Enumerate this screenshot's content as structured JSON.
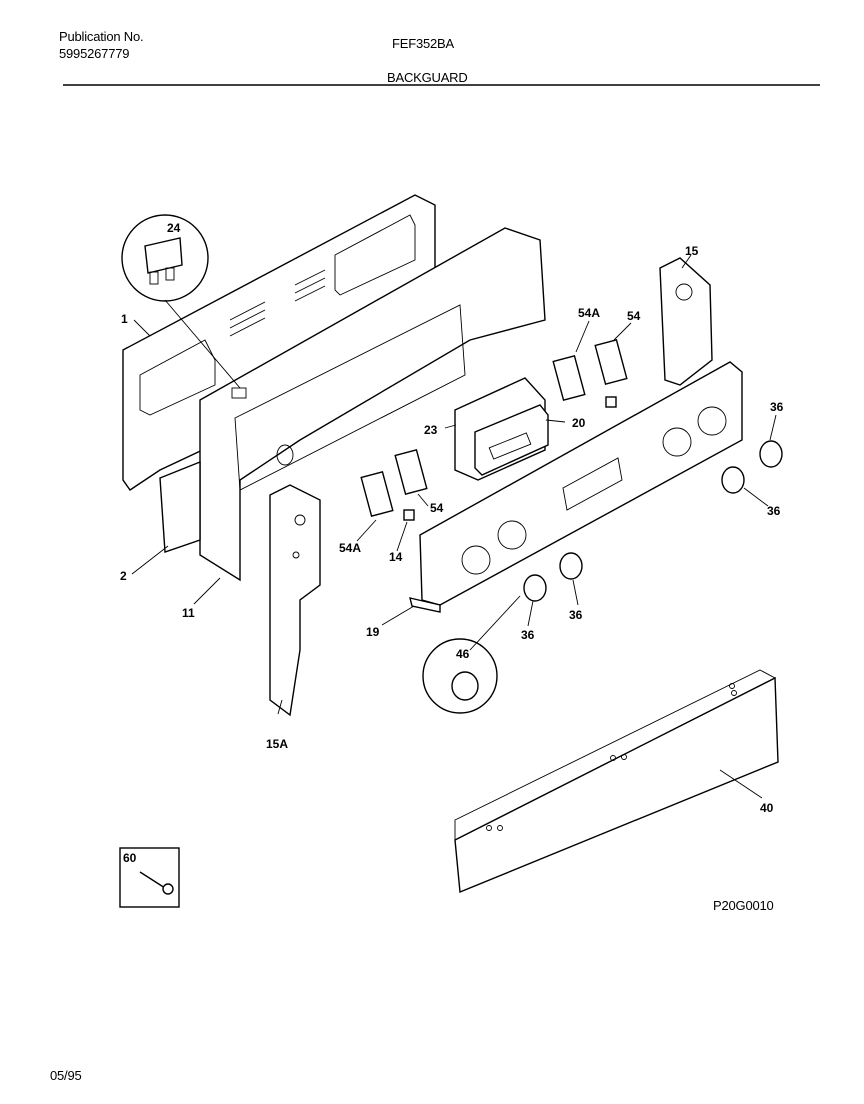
{
  "header": {
    "publication_label": "Publication No.",
    "publication_number": "5995267779",
    "model": "FEF352BA",
    "section": "BACKGUARD"
  },
  "footer": {
    "date": "05/95",
    "figure_id": "P20G0010"
  },
  "callouts": {
    "c1": "1",
    "c2": "2",
    "c11": "11",
    "c14": "14",
    "c15": "15",
    "c15a": "15A",
    "c19": "19",
    "c20": "20",
    "c23": "23",
    "c24": "24",
    "c36a": "36",
    "c36b": "36",
    "c36c": "36",
    "c36d": "36",
    "c40": "40",
    "c46": "46",
    "c54a_top": "54A",
    "c54_top": "54",
    "c54a_bot": "54A",
    "c54_bot": "54",
    "c60": "60"
  }
}
